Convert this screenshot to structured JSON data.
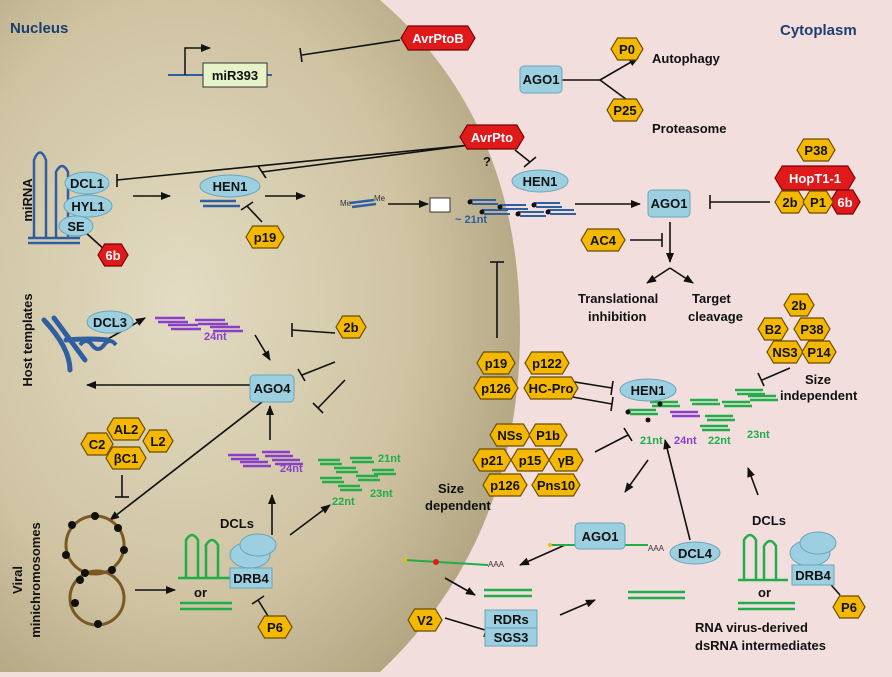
{
  "regions": {
    "nucleus": "Nucleus",
    "cytoplasm": "Cytoplasm"
  },
  "side_labels": {
    "mirna": "miRNA",
    "host_templates": "Host templates",
    "viral_line1": "Viral",
    "viral_line2": "minichromosomes"
  },
  "gene": {
    "label": "miR393"
  },
  "effectors_red": {
    "avrptob": "AvrPtoB",
    "avrpto": "AvrPto",
    "hopt1": "HopT1-1",
    "b6_nuc": "6b",
    "b6_cyt": "6b"
  },
  "proteins": {
    "dcl1": "DCL1",
    "hyl1": "HYL1",
    "se": "SE",
    "hen1_nuc": "HEN1",
    "me1": "Me",
    "me2": "Me",
    "dcl3": "DCL3",
    "ago4": "AGO4",
    "ago1_top": "AGO1",
    "hen1_cyt": "HEN1",
    "ago1_mid": "AGO1",
    "hen1_low": "HEN1",
    "ago1_low": "AGO1",
    "dcl4": "DCL4",
    "rdrs": "RDRs",
    "sgs3": "SGS3",
    "drb4_left": "DRB4",
    "drb4_right": "DRB4"
  },
  "suppressors": {
    "p0": "P0",
    "p25": "P25",
    "p38_top": "P38",
    "b2_top": "2b",
    "p1": "P1",
    "ac4": "AC4",
    "p19_nuc": "p19",
    "b2_nuc": "2b",
    "c2": "C2",
    "al2": "AL2",
    "l2": "L2",
    "bc1": "βC1",
    "p6_left": "P6",
    "p19_cyt": "p19",
    "p122": "p122",
    "p126_a": "p126",
    "hcpro": "HC-Pro",
    "nss": "NSs",
    "p1b": "P1b",
    "p21": "p21",
    "p15": "p15",
    "gb": "γB",
    "p126_b": "p126",
    "pns10": "Pns10",
    "b2_r": "2b",
    "bB2": "B2",
    "p38_r": "P38",
    "ns3": "NS3",
    "p14": "P14",
    "v2": "V2",
    "p6_right": "P6"
  },
  "texts": {
    "autophagy": "Autophagy",
    "proteasome": "Proteasome",
    "question": "?",
    "nt21_top": "~ 21nt",
    "translational": "Translational",
    "inhibition": "inhibition",
    "target": "Target",
    "cleavage": "cleavage",
    "nt24_host": "24nt",
    "nt24_viral": "24nt",
    "nt21_viral": "21nt",
    "nt22_viral": "22nt",
    "nt23_viral": "23nt",
    "nt21_cyt": "21nt",
    "nt24_cyt": "24nt",
    "nt22_cyt": "22nt",
    "nt23_cyt": "23nt",
    "size_independent_1": "Size",
    "size_independent_2": "independent",
    "size_dependent_1": "Size",
    "size_dependent_2": "dependent",
    "dcls_left": "DCLs",
    "dcls_right": "DCLs",
    "or_left": "or",
    "or_right": "or",
    "aaa_1": "AAA",
    "aaa_2": "AAA",
    "rna_virus_1": "RNA virus-derived",
    "rna_virus_2": "dsRNA intermediates"
  },
  "colors": {
    "nucleus_fill": "#cfc3a2",
    "cytoplasm_bg": "#f3dede",
    "protein_blue": "#9ccfe0",
    "suppressor_yellow": "#f5b800",
    "effector_red": "#e01a1a",
    "rna_blue": "#2f5fa0",
    "rna_purple": "#8a3fc8",
    "rna_green": "#1fae4a",
    "dna_brown": "#7a5a22"
  }
}
